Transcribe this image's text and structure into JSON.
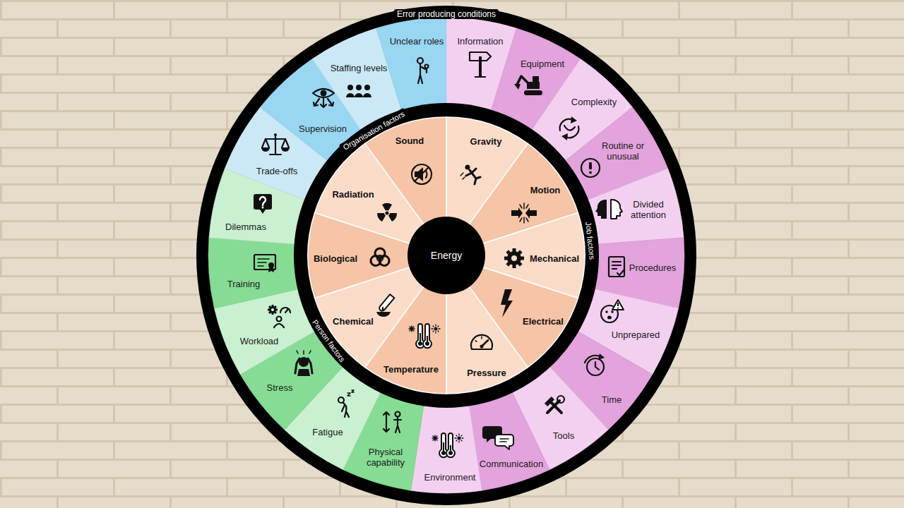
{
  "diagram": {
    "nodes": [
      {
        "text": [
          "Error producing conditions"
        ]
      },
      {
        "text": [
          "Information"
        ],
        "in": 0
      },
      {
        "text": [
          "Equipment"
        ],
        "in": 0
      },
      {
        "text": [
          "Complexity"
        ],
        "in": 0
      },
      {
        "text": [
          "Routine or unusual"
        ],
        "in": 0
      },
      {
        "text": [
          "Divided attention"
        ],
        "in": 0
      },
      {
        "text": [
          "Procedures"
        ],
        "in": 0
      },
      {
        "text": [
          "Unprepared"
        ],
        "in": 0
      },
      {
        "text": [
          "Time"
        ],
        "in": 0
      },
      {
        "text": [
          "Tools"
        ],
        "in": 0
      },
      {
        "text": [
          "Communication"
        ],
        "in": 0
      },
      {
        "text": [
          "Environment"
        ],
        "in": 0
      },
      {
        "text": [
          "Physical capability"
        ],
        "in": 0
      },
      {
        "text": [
          "Fatigue"
        ],
        "in": 0
      },
      {
        "text": [
          "Stress"
        ],
        "in": 0
      },
      {
        "text": [
          "Workload"
        ],
        "in": 0
      },
      {
        "text": [
          "Training"
        ],
        "in": 0
      },
      {
        "text": [
          "Dilemmas"
        ],
        "in": 0
      },
      {
        "text": [
          "Trade-offs"
        ],
        "in": 0
      },
      {
        "text": [
          "Supervision"
        ],
        "in": 0
      },
      {
        "text": [
          "Staffing levels"
        ],
        "in": 0
      },
      {
        "text": [
          "Unclear roles"
        ],
        "in": 0
      },
      {
        "text": [
          "Organisation factors",
          "Job factors",
          "Person factors"
        ],
        "in": 0
      },
      {
        "text": [
          "Gravity"
        ],
        "in": 22
      },
      {
        "text": [
          "Motion"
        ],
        "in": 22
      },
      {
        "text": [
          "Mechanical"
        ],
        "in": 22
      },
      {
        "text": [
          "Electrical"
        ],
        "in": 22
      },
      {
        "text": [
          "Pressure"
        ],
        "in": 22
      },
      {
        "text": [
          "Temperature"
        ],
        "in": 22
      },
      {
        "text": [
          "Chemical"
        ],
        "in": 22
      },
      {
        "text": [
          "Biological"
        ],
        "in": 22
      },
      {
        "text": [
          "Radiation"
        ],
        "in": 22
      },
      {
        "text": [
          "Sound"
        ],
        "in": 22
      },
      {
        "text": [
          "Energy"
        ],
        "in": 22
      }
    ]
  }
}
